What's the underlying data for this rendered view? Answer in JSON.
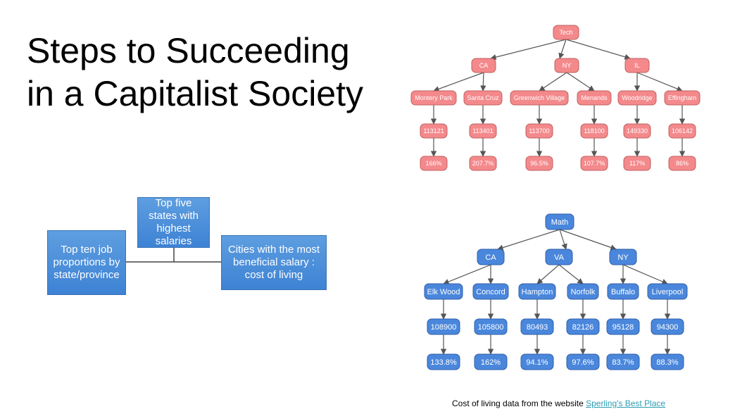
{
  "slide": {
    "title_lines": [
      "Steps to Succeeding",
      "in a Capitalist Society"
    ]
  },
  "flow": {
    "left_box": "Top ten job proportions by state/province",
    "top_box": "Top five states with highest salaries",
    "right_box": "Cities with the most beneficial salary : cost of living",
    "box_color": "#4a8ad8"
  },
  "tech_tree": {
    "root": "Tech",
    "fill": "#f4898c",
    "stroke": "#c06060",
    "states": [
      {
        "name": "CA",
        "cities": [
          {
            "name": "Montery Park",
            "salary": "113121",
            "ratio": "166%"
          },
          {
            "name": "Santa Cruz",
            "salary": "113401",
            "ratio": "207.7%"
          }
        ]
      },
      {
        "name": "NY",
        "cities": [
          {
            "name": "Greenwich Village",
            "salary": "113700",
            "ratio": "96.5%"
          },
          {
            "name": "Menands",
            "salary": "118100",
            "ratio": "107.7%"
          }
        ]
      },
      {
        "name": "IL",
        "cities": [
          {
            "name": "Woodridge",
            "salary": "149330",
            "ratio": "117%"
          },
          {
            "name": "Effingham",
            "salary": "106142",
            "ratio": "86%"
          }
        ]
      }
    ]
  },
  "math_tree": {
    "root": "Math",
    "fill": "#4a87dc",
    "stroke": "#2f5fa8",
    "states": [
      {
        "name": "CA",
        "cities": [
          {
            "name": "Elk Wood",
            "salary": "108900",
            "ratio": "133.8%"
          },
          {
            "name": "Concord",
            "salary": "105800",
            "ratio": "162%"
          }
        ]
      },
      {
        "name": "VA",
        "cities": [
          {
            "name": "Hampton",
            "salary": "80493",
            "ratio": "94.1%"
          },
          {
            "name": "Norfolk",
            "salary": "82126",
            "ratio": "97.6%"
          }
        ]
      },
      {
        "name": "NY",
        "cities": [
          {
            "name": "Buffalo",
            "salary": "95128",
            "ratio": "83.7%"
          },
          {
            "name": "Liverpool",
            "salary": "94300",
            "ratio": "88.3%"
          }
        ]
      }
    ]
  },
  "footer": {
    "text": "Cost of living data from the website ",
    "link_text": "Sperling's Best Place"
  }
}
